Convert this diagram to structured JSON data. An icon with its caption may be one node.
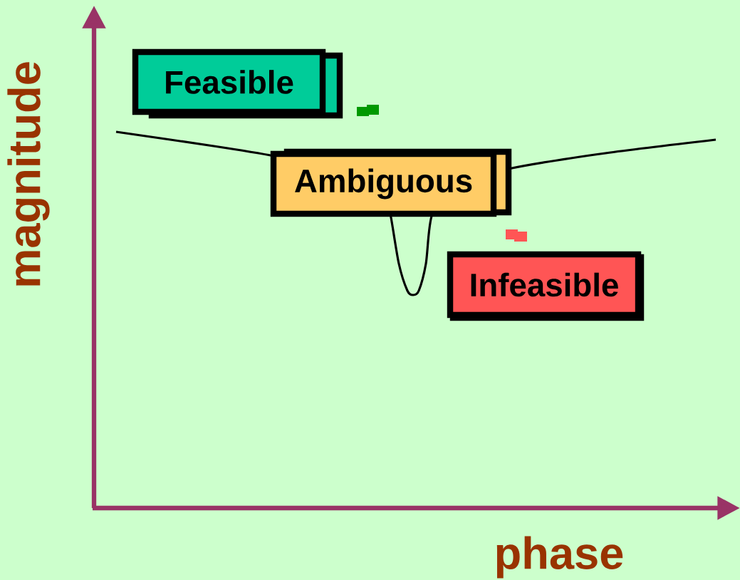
{
  "diagram": {
    "nodes": [
      {
        "text": [
          "Feasible"
        ]
      },
      {
        "text": [
          "Ambiguous"
        ]
      },
      {
        "text": [
          "Infeasible"
        ]
      }
    ],
    "labels": [
      "magnitude",
      "phase"
    ]
  }
}
